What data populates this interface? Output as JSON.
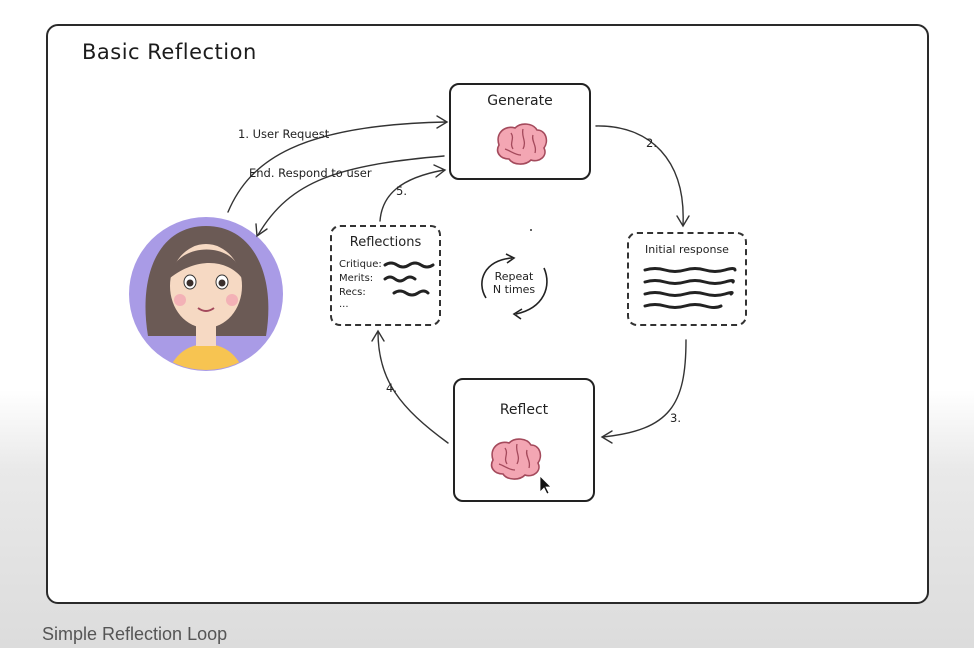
{
  "diagram": {
    "title": "Basic Reflection",
    "caption": "Simple Reflection Loop",
    "nodes": {
      "generate": "Generate",
      "reflect": "Reflect",
      "initial_response": "Initial response",
      "reflections": {
        "title": "Reflections",
        "items": [
          "Critique:",
          "Merits:",
          "Recs:",
          "..."
        ]
      },
      "repeat": "Repeat\nN times"
    },
    "edges": {
      "user_request": "1. User Request",
      "respond": "End. Respond to user",
      "step2": "2.",
      "step3": "3.",
      "step4": "4.",
      "step5": "5."
    },
    "colors": {
      "avatar_bg": "#a99be6",
      "hair": "#6b5a55",
      "skin": "#f6d9c3",
      "shirt": "#f7c451",
      "brain": "#f3a6b3",
      "brain_outline": "#a44a5c"
    }
  }
}
